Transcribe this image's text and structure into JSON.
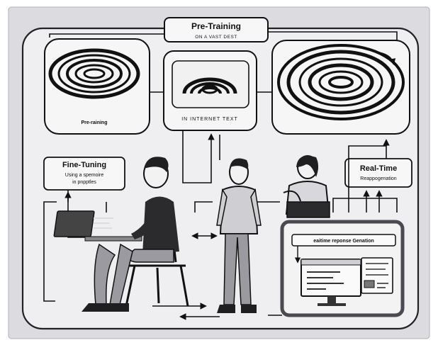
{
  "header": {
    "title": "Pre-Training",
    "subtitle": "ON A VAST DEST"
  },
  "panels": {
    "left_caption": "Pre-raining",
    "center_caption": "IN INTERNET TEXT"
  },
  "fine_tuning": {
    "title": "Fine-Tuning",
    "line1": "Using a spemoire",
    "line2": "in pnpptles"
  },
  "real_time": {
    "title": "Real-Time",
    "subtitle": "Reappogenation"
  },
  "monitor": {
    "title": "eaitime reponse Genation"
  },
  "colors": {
    "background": "#dcdce0",
    "panel": "#f4f4f4",
    "ink": "#111111",
    "border": "#4a4a50"
  }
}
